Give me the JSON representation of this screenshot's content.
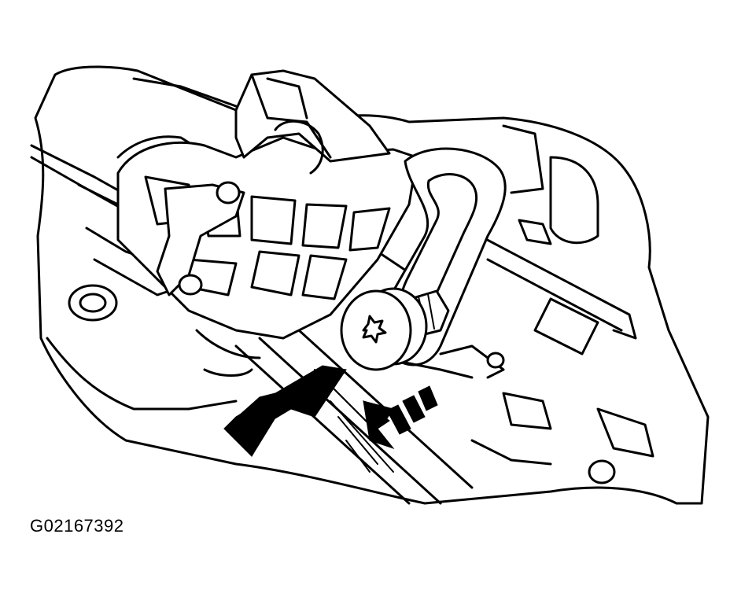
{
  "figure": {
    "id_code": "G02167392",
    "parts": [
      "housing-body",
      "column-shaft",
      "lock-bracket",
      "lever-loop",
      "torx-bolt",
      "primary-arrow",
      "dashed-arrow"
    ],
    "colors": {
      "line": "#000000",
      "background": "#ffffff"
    }
  }
}
